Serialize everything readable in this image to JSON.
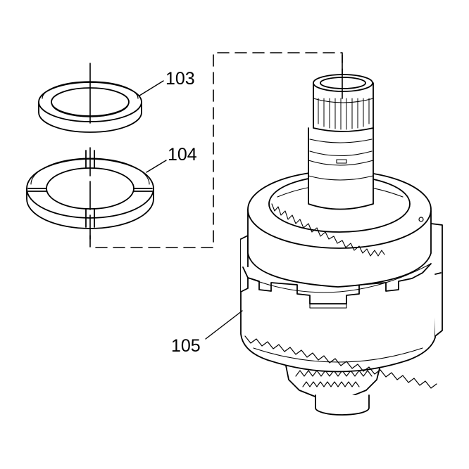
{
  "callouts": {
    "thrust_washer": "103",
    "thrust_bearing": "104",
    "carrier_assembly": "105"
  },
  "colors": {
    "ink": "#000000",
    "paper": "#ffffff"
  }
}
